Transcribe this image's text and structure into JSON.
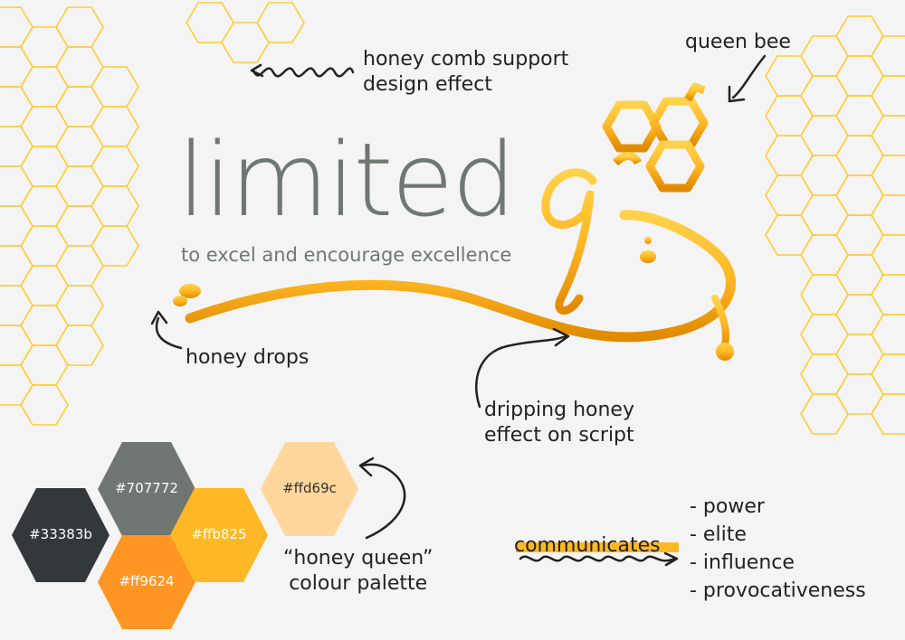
{
  "brand": {
    "logo_text": "limited",
    "logo_script_letter": "g",
    "tagline": "to excel and encourage excellence"
  },
  "annotations": {
    "honeycomb_line1": "honey comb support",
    "honeycomb_line2": "design effect",
    "queen_bee": "queen bee",
    "honey_drops": "honey drops",
    "dripping_line1": "dripping honey",
    "dripping_line2": "effect on script",
    "palette_line1": "“honey queen”",
    "palette_line2": "colour palette"
  },
  "palette": [
    {
      "hex": "#33383b",
      "label": "#33383b"
    },
    {
      "hex": "#707772",
      "label": "#707772"
    },
    {
      "hex": "#ff9624",
      "label": "#ff9624"
    },
    {
      "hex": "#ffb825",
      "label": "#ffb825"
    },
    {
      "hex": "#ffd69c",
      "label": "#ffd69c"
    }
  ],
  "communicates": {
    "label": "communicates",
    "items": [
      "- power",
      "- elite",
      "- influence",
      "- provocativeness"
    ]
  },
  "colors": {
    "honey": "#ffb825",
    "honey_dark": "#f29a00",
    "honeycomb_outline": "#ffcc33",
    "text_gray": "#707772",
    "ink": "#222222"
  }
}
